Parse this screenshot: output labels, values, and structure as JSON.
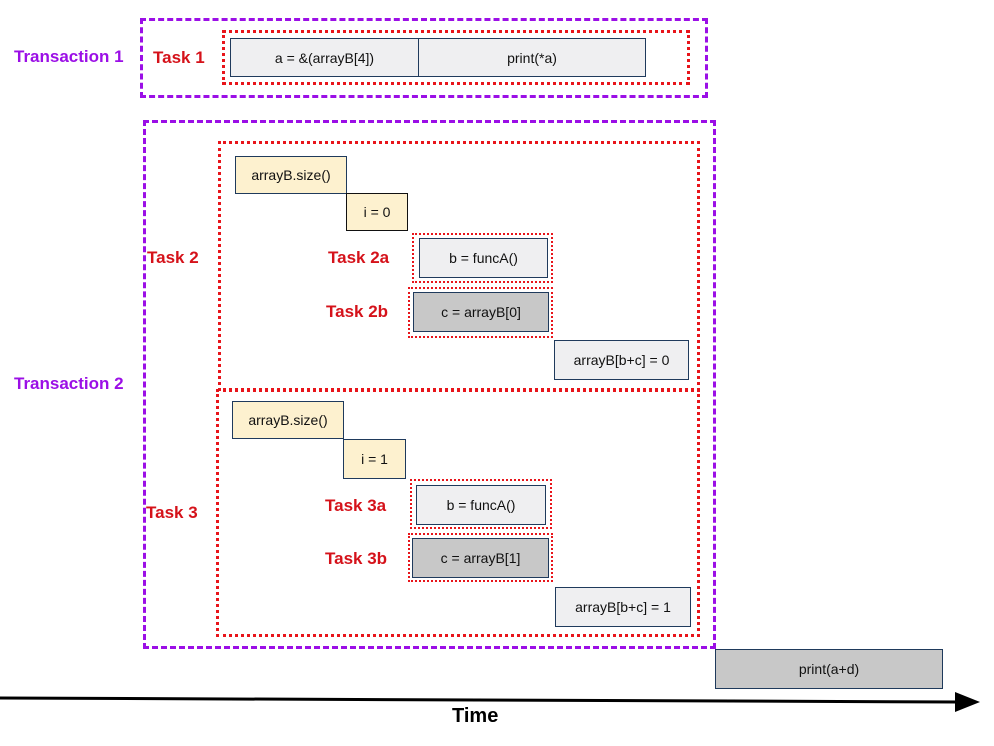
{
  "transactions": [
    {
      "label": "Transaction 1"
    },
    {
      "label": "Transaction 2"
    }
  ],
  "tasks": {
    "task1": "Task 1",
    "task2": "Task 2",
    "task2a": "Task 2a",
    "task2b": "Task 2b",
    "task3": "Task 3",
    "task3a": "Task 3a",
    "task3b": "Task 3b"
  },
  "ops": {
    "t1_assign": "a = &(arrayB[4])",
    "t1_print": "print(*a)",
    "t2_size": "arrayB.size()",
    "t2_i": "i = 0",
    "t2a_funcA": "b = funcA()",
    "t2b_read": "c = arrayB[0]",
    "t2_write": "arrayB[b+c] = 0",
    "t3_size": "arrayB.size()",
    "t3_i": "i = 1",
    "t3a_funcA": "b = funcA()",
    "t3b_read": "c = arrayB[1]",
    "t3_write": "arrayB[b+c] = 1",
    "final_print": "print(a+d)"
  },
  "axis": {
    "label": "Time"
  },
  "colors": {
    "transaction_border": "#9b0fe6",
    "task_border": "#e8141a",
    "op_border": "#1f3a5c",
    "op_light": "#efeff1",
    "op_yellow": "#fdf1cf",
    "op_dark": "#c8c8c8"
  }
}
